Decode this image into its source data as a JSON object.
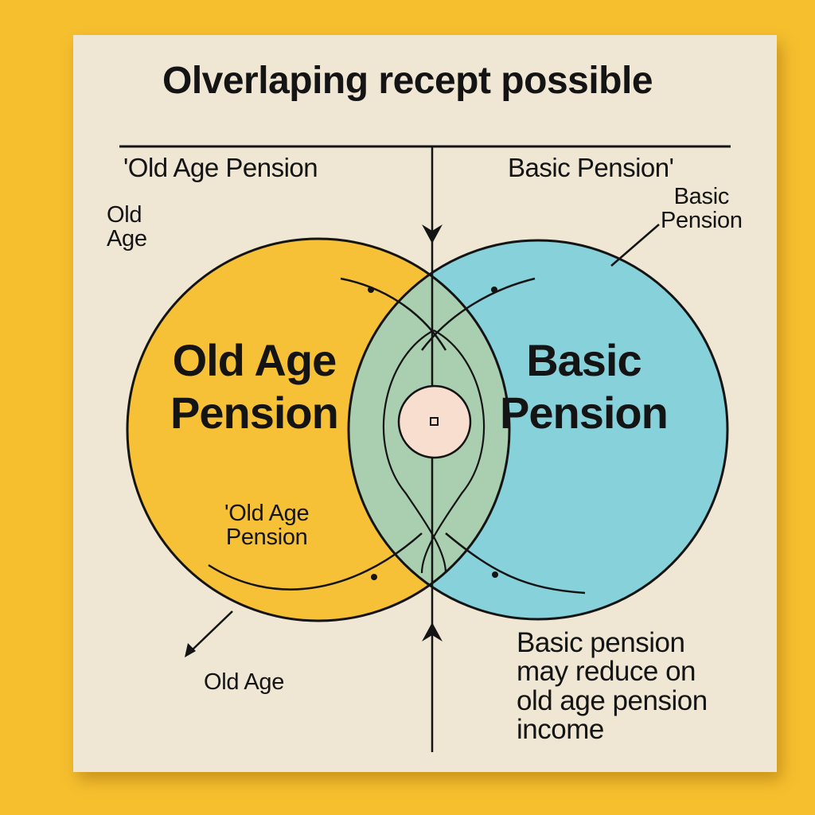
{
  "colors": {
    "background": "#F6BF2E",
    "card": "#EFE6D4",
    "left_circle": "#F6C137",
    "right_circle": "#86D1DA",
    "overlap": "#A9CEB0",
    "center_dot": "#F8DECF",
    "ink": "#141414"
  },
  "title": "Olverlaping recept possible",
  "labels": {
    "top_left": "'Old Age Pension",
    "top_right": "Basic Pension'",
    "left_side": "Old\nAge",
    "right_side": "Basic\nPension",
    "left_circle_main": "Old Age\nPension",
    "right_circle_main": "Basic\nPension",
    "left_circle_sub": "'Old Age\nPension",
    "bottom_left": "Old Age",
    "bottom_right_note": "Basic pension\nmay reduce on\nold age pension\nincome"
  }
}
